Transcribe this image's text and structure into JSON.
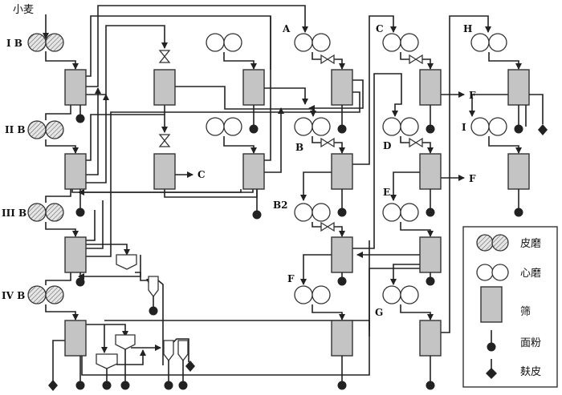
{
  "diagram": {
    "input_label": "小麦",
    "break_mills": [
      "I B",
      "II B",
      "III B",
      "IV B"
    ],
    "reduction_labels": {
      "A": "A",
      "B": "B",
      "B2": "B2",
      "F": "F",
      "C": "C",
      "D": "D",
      "E": "E",
      "G": "G",
      "H": "H",
      "I": "I"
    },
    "outputs": {
      "c_out": "C",
      "f_out1": "F",
      "f_out2": "F"
    }
  },
  "legend": {
    "items": [
      {
        "symbol": "hatched-roll-pair",
        "label": "皮磨"
      },
      {
        "symbol": "open-roll-pair",
        "label": "心磨"
      },
      {
        "symbol": "gray-rectangle",
        "label": "筛"
      },
      {
        "symbol": "filled-circle",
        "label": "面粉"
      },
      {
        "symbol": "filled-diamond",
        "label": "麸皮"
      }
    ]
  },
  "colors": {
    "sieve": "#c4c4c4",
    "line": "#222222"
  }
}
